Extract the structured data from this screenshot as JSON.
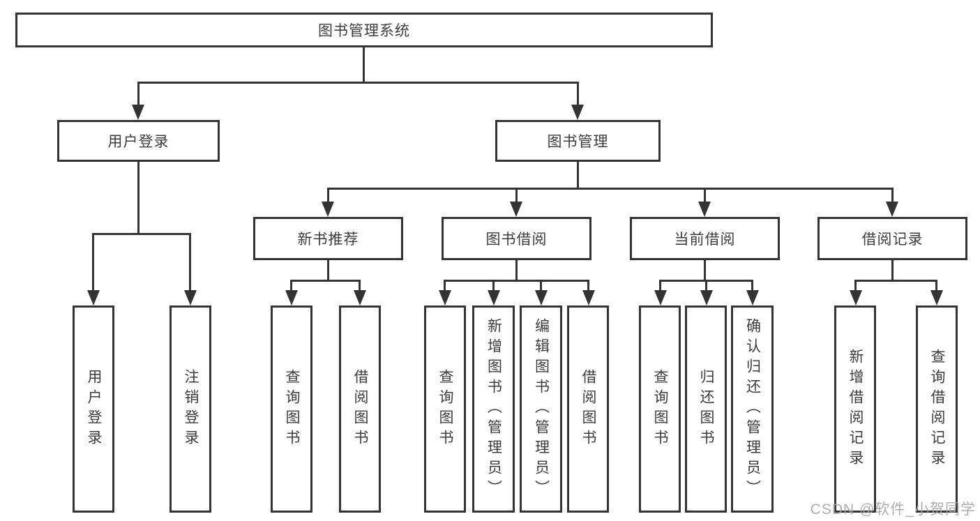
{
  "diagram_type": "hierarchy-tree",
  "colors": {
    "line": "#333333",
    "text": "#3c3c3c",
    "background": "#ffffff",
    "watermark": "#a6a6a6"
  },
  "watermark": {
    "text": "CSDN @软件_小贺同学"
  },
  "tree": {
    "root": {
      "label": "图书管理系统",
      "children": [
        {
          "label": "用户登录",
          "children": [
            {
              "label": "用户登录"
            },
            {
              "label": "注销登录"
            }
          ]
        },
        {
          "label": "图书管理",
          "children": [
            {
              "label": "新书推荐",
              "children": [
                {
                  "label": "查询图书"
                },
                {
                  "label": "借阅图书"
                }
              ]
            },
            {
              "label": "图书借阅",
              "children": [
                {
                  "label": "查询图书"
                },
                {
                  "label": "新增图书（管理员）"
                },
                {
                  "label": "编辑图书（管理员）"
                },
                {
                  "label": "借阅图书"
                }
              ]
            },
            {
              "label": "当前借阅",
              "children": [
                {
                  "label": "查询图书"
                },
                {
                  "label": "归还图书"
                },
                {
                  "label": "确认归还（管理员）"
                }
              ]
            },
            {
              "label": "借阅记录",
              "children": [
                {
                  "label": "新增借阅记录"
                },
                {
                  "label": "查询借阅记录"
                }
              ]
            }
          ]
        }
      ]
    }
  }
}
